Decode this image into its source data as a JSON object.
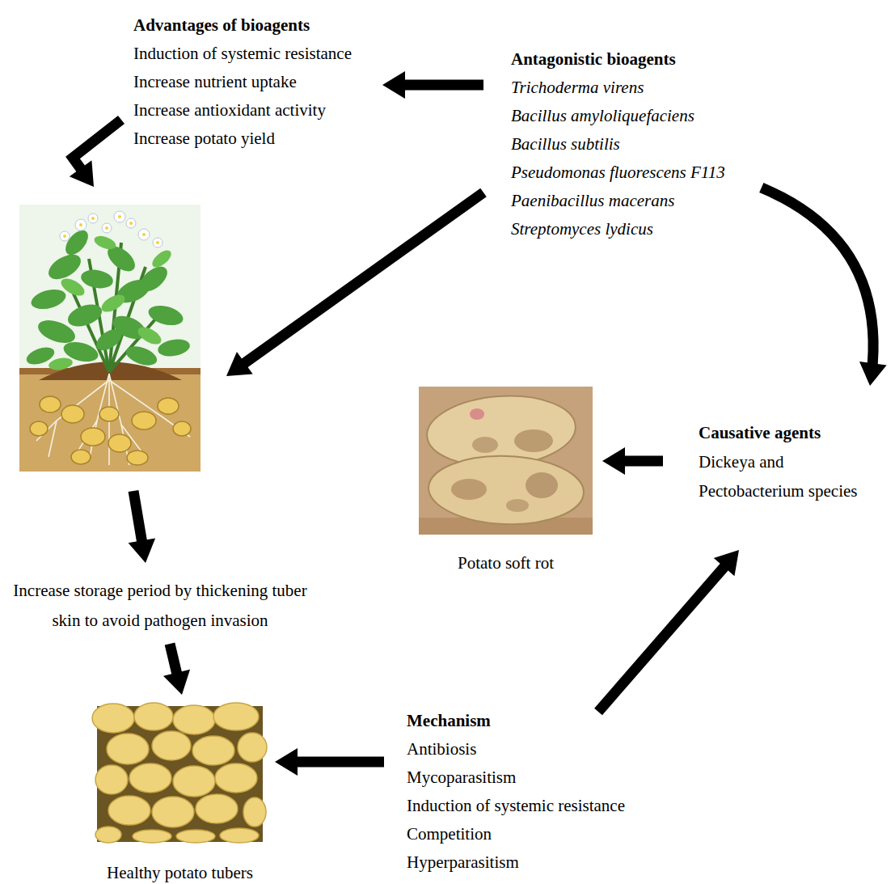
{
  "diagram": {
    "nodes": [
      {
        "text": [
          "Advantages of bioagents",
          "Induction of systemic resistance",
          "Increase nutrient uptake",
          "Increase antioxidant activity",
          "Increase potato yield"
        ]
      },
      {
        "text": [
          "Antagonistic bioagents",
          "Trichoderma virens",
          "Bacillus amyloliquefaciens",
          "Bacillus subtilis",
          "Pseudomonas fluorescens F113",
          "Paenibacillus macerans",
          "Streptomyces lydicus"
        ]
      },
      {
        "text": []
      },
      {
        "text": [
          "Potato soft rot"
        ]
      },
      {
        "text": [
          "Causative agents",
          "Dickeya and Pectobacterium species"
        ]
      },
      {
        "text": [
          "Increase storage period by thickening tuber skin to avoid pathogen invasion"
        ]
      },
      {
        "text": [
          "Healthy potato tubers"
        ]
      },
      {
        "text": [
          "Mechanism",
          "Antibiosis",
          "Mycoparasitism",
          "Induction of systemic resistance",
          "Competition",
          "Hyperparasitism"
        ]
      }
    ],
    "edges": [
      {
        "from": 1,
        "to": 0,
        "arrow": "to"
      },
      {
        "from": 0,
        "to": 2,
        "arrow": "to"
      },
      {
        "from": 1,
        "to": 2,
        "arrow": "to"
      },
      {
        "from": 1,
        "to": 4,
        "arrow": "to"
      },
      {
        "from": 4,
        "to": 3,
        "arrow": "to"
      },
      {
        "from": 2,
        "to": 5,
        "arrow": "to"
      },
      {
        "from": 5,
        "to": 6,
        "arrow": "to"
      },
      {
        "from": 7,
        "to": 6,
        "arrow": "to"
      },
      {
        "from": 7,
        "to": 4,
        "arrow": "to"
      }
    ]
  }
}
